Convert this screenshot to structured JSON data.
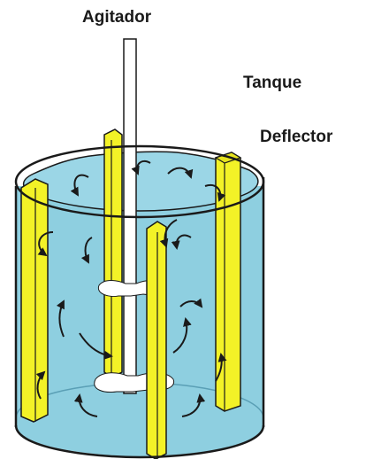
{
  "labels": {
    "agitator": "Agitador",
    "tank": "Tanque",
    "baffle": "Deflector"
  },
  "colors": {
    "liquid": "#8ECFE0",
    "liquid_dark": "#6FBBD1",
    "baffle": "#F3F227",
    "baffle_shade": "#C9C516",
    "outline": "#1a1a1a",
    "impeller": "#ffffff",
    "shaft": "#ffffff"
  },
  "icons": {
    "flow_arrows": "curved-arrow-icon"
  }
}
